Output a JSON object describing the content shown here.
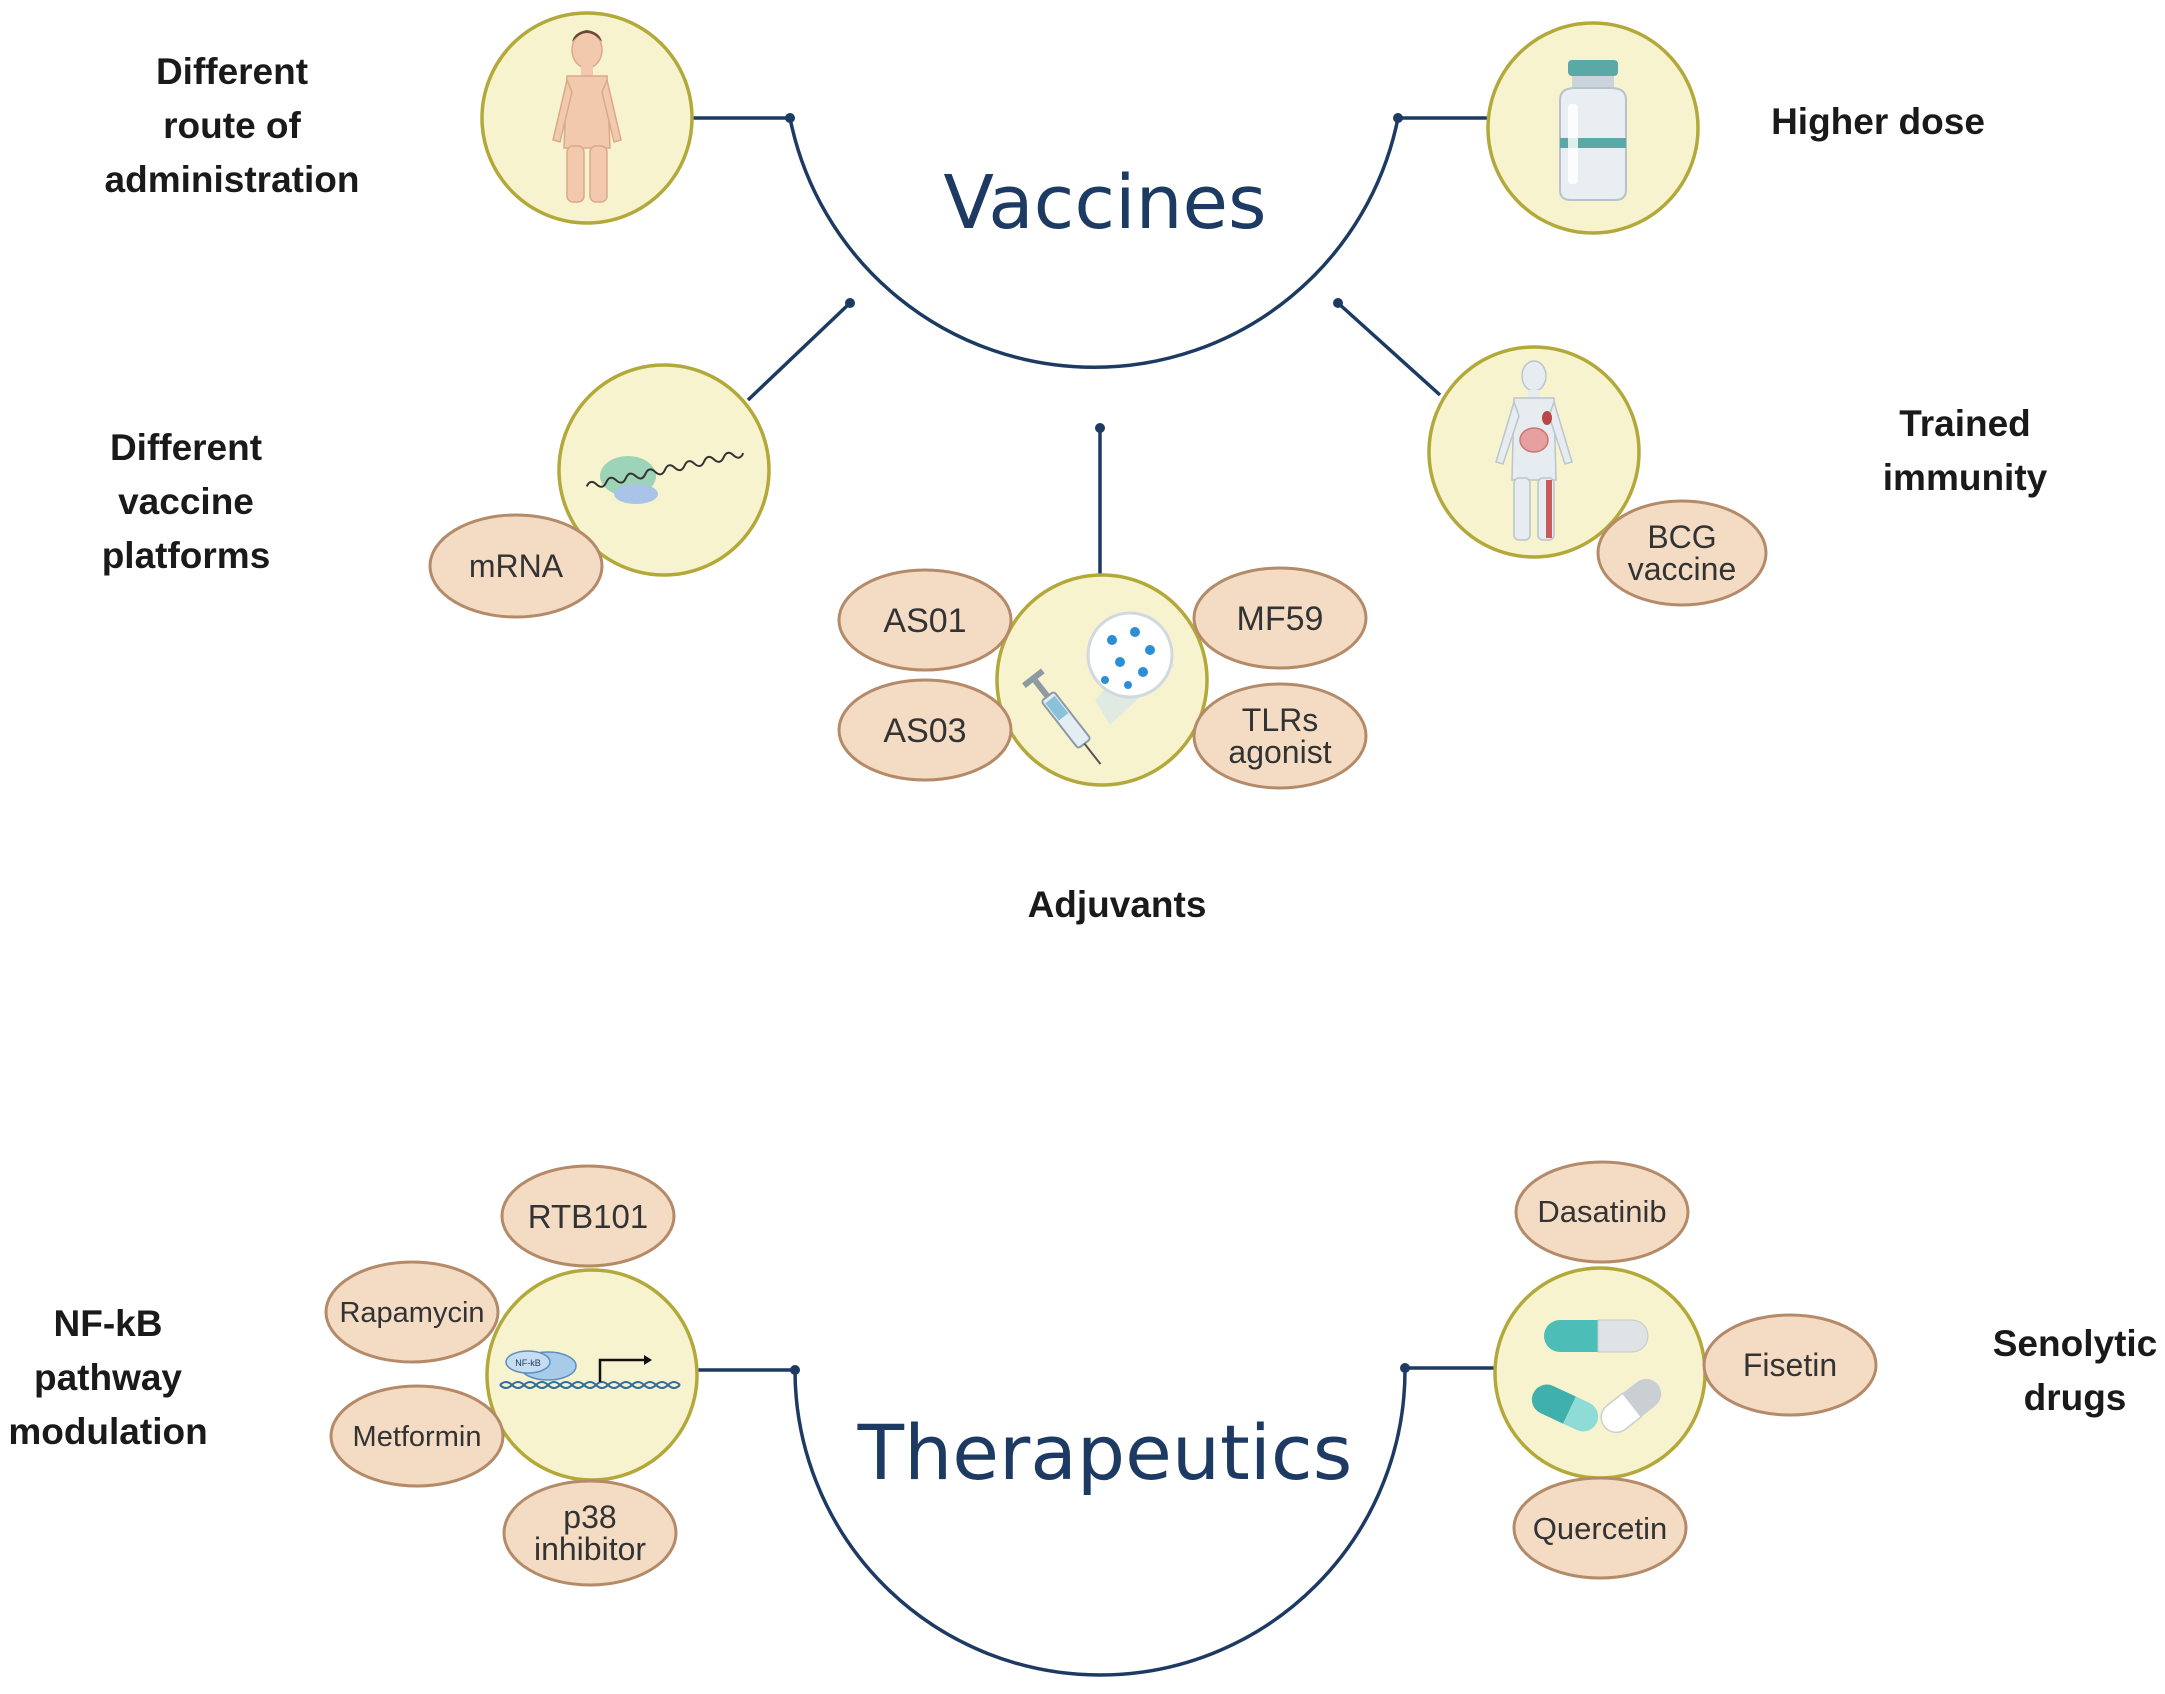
{
  "vaccines": {
    "title": "Vaccines",
    "route": {
      "label_lines": [
        "Different",
        "route of",
        "administration"
      ],
      "icon": "child-figure-icon"
    },
    "dose": {
      "label": "Higher dose",
      "icon": "vaccine-vial-icon"
    },
    "platforms": {
      "label_lines": [
        "Different",
        "vaccine",
        "platforms"
      ],
      "icon": "mrna-icon",
      "pills": [
        "mRNA"
      ]
    },
    "trained": {
      "label_lines": [
        "Trained",
        "immunity"
      ],
      "icon": "anatomy-body-icon",
      "pills": [
        "BCG vaccine"
      ]
    },
    "adjuvants": {
      "label": "Adjuvants",
      "icon": "syringe-adjuvant-icon",
      "pills": [
        "AS01",
        "AS03",
        "MF59",
        "TLRs agonist"
      ]
    }
  },
  "therapeutics": {
    "title": "Therapeutics",
    "nfkb": {
      "label_lines": [
        "NF-kB",
        "pathway",
        "modulation"
      ],
      "icon": "nfkb-transcription-icon",
      "icon_text": "NF-kB",
      "pills": [
        "RTB101",
        "Rapamycin",
        "Metformin",
        "p38 inhibitor"
      ]
    },
    "senolytic": {
      "label_lines": [
        "Senolytic",
        "drugs"
      ],
      "icon": "capsule-pills-icon",
      "pills": [
        "Dasatinib",
        "Fisetin",
        "Quercetin"
      ]
    }
  },
  "colors": {
    "line": "#1d3a63",
    "node_fill": "#f8f3cf",
    "node_stroke": "#b3a93a",
    "pill_fill": "#f3dcc3",
    "pill_stroke": "#b48a68",
    "title": "#1d3a63"
  }
}
